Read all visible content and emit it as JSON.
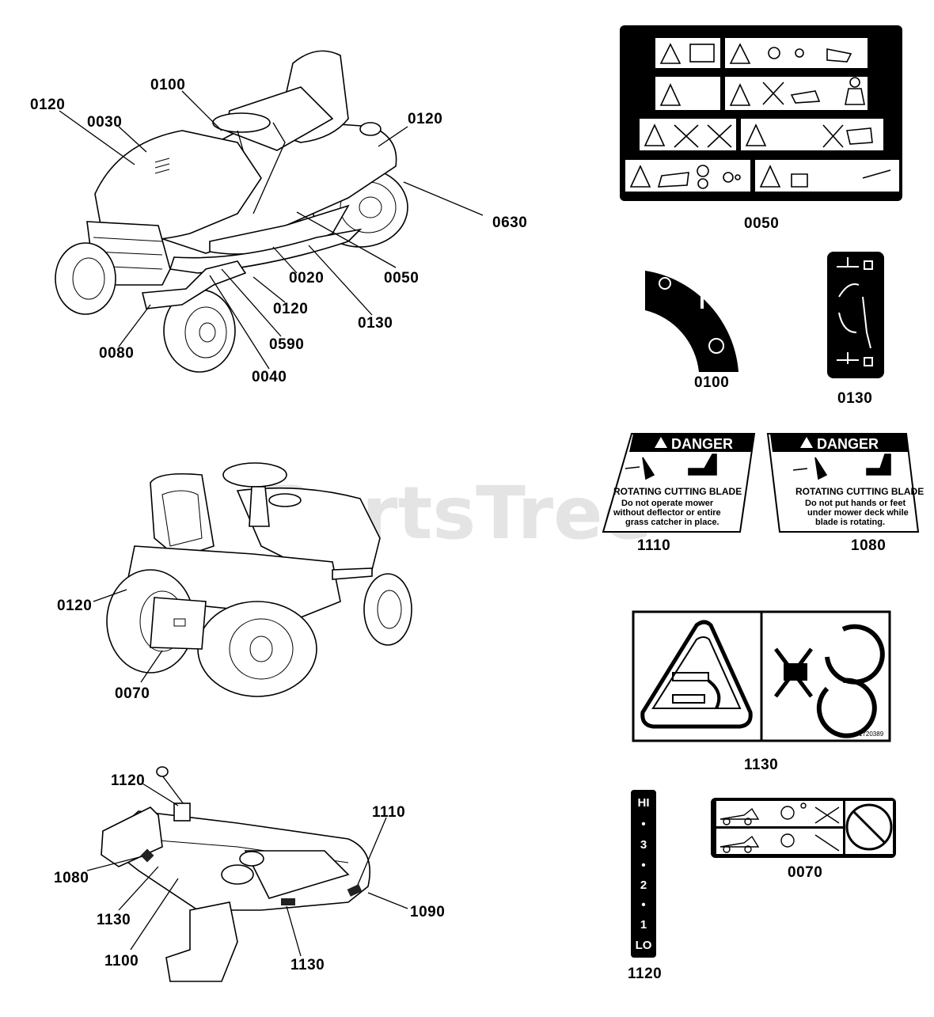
{
  "watermark": "PartsTree",
  "callouts": {
    "t1": [
      "0120",
      "0030",
      "0100",
      "0120",
      "0630",
      "0050",
      "0020",
      "0120",
      "0130",
      "0590",
      "0040",
      "0080"
    ],
    "t2": [
      "0120",
      "0070"
    ],
    "deck": [
      "1120",
      "1110",
      "1080",
      "1130",
      "1100",
      "1130",
      "1090"
    ]
  },
  "decal_labels": {
    "d0050": "0050",
    "d0100": "0100",
    "d0130": "0130",
    "d1110": "1110",
    "d1080": "1080",
    "d1130": "1130",
    "d1120": "1120",
    "d0070": "0070"
  },
  "danger_1110": {
    "header": "DANGER",
    "title": "ROTATING CUTTING BLADE",
    "lines": [
      "Do not operate mower",
      "without deflector or entire",
      "grass catcher in place."
    ]
  },
  "danger_1080": {
    "header": "DANGER",
    "title": "ROTATING CUTTING BLADE",
    "lines": [
      "Do not put hands or feet",
      "under mower deck while",
      "blade is rotating."
    ]
  },
  "decal_1130_code": "1720389",
  "decal_0100": {
    "off": "O",
    "on": "I"
  },
  "decal_1120_scale": [
    "HI",
    "•",
    "3",
    "•",
    "2",
    "•",
    "1",
    "LO"
  ]
}
